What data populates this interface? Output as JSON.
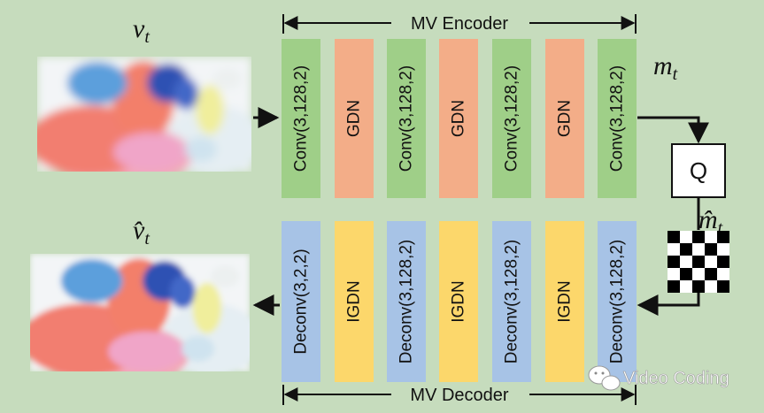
{
  "encoder": {
    "title": "MV Encoder",
    "blocks": [
      {
        "label": "Conv(3,128,2)",
        "type": "conv"
      },
      {
        "label": "GDN",
        "type": "gdn"
      },
      {
        "label": "Conv(3,128,2)",
        "type": "conv"
      },
      {
        "label": "GDN",
        "type": "gdn"
      },
      {
        "label": "Conv(3,128,2)",
        "type": "conv"
      },
      {
        "label": "GDN",
        "type": "gdn"
      },
      {
        "label": "Conv(3,128,2)",
        "type": "conv"
      }
    ]
  },
  "decoder": {
    "title": "MV Decoder",
    "blocks": [
      {
        "label": "Deconv(3,2,2)",
        "type": "deconv"
      },
      {
        "label": "IGDN",
        "type": "igdn"
      },
      {
        "label": "Deconv(3,128,2)",
        "type": "deconv"
      },
      {
        "label": "IGDN",
        "type": "igdn"
      },
      {
        "label": "Deconv(3,128,2)",
        "type": "deconv"
      },
      {
        "label": "IGDN",
        "type": "igdn"
      },
      {
        "label": "Deconv(3,128,2)",
        "type": "deconv"
      }
    ]
  },
  "quantizer": {
    "label": "Q"
  },
  "symbols": {
    "input": {
      "base": "v",
      "sub": "t"
    },
    "output": {
      "base": "v̂",
      "sub": "t"
    },
    "latent": {
      "base": "m",
      "sub": "t"
    },
    "quantized": {
      "base": "m̂",
      "sub": "t"
    }
  },
  "watermark": "Video Coding",
  "colors": {
    "background": "#c6dcbd",
    "conv": "#9fcf88",
    "gdn": "#f3ad88",
    "deconv": "#a7c3e6",
    "igdn": "#fcd76b"
  }
}
